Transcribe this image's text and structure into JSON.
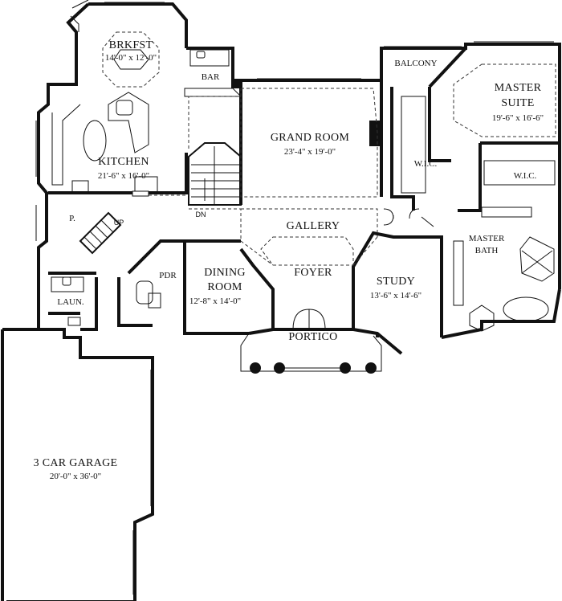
{
  "rooms": {
    "brkfst": {
      "name": "BRKFST",
      "size": "14'-0\" x 12'-0\""
    },
    "bar": {
      "name": "BAR"
    },
    "grand_room": {
      "name": "GRAND ROOM",
      "size": "23'-4\" x 19'-0\""
    },
    "balcony": {
      "name": "BALCONY"
    },
    "master_suite": {
      "name": "MASTER",
      "name2": "SUITE",
      "size": "19'-6\" x 16'-6\""
    },
    "kitchen": {
      "name": "KITCHEN",
      "size": "21'-6\" x 16'-0\""
    },
    "wic_left": {
      "name": "W.I.C."
    },
    "wic_right": {
      "name": "W.I.C."
    },
    "gallery": {
      "name": "GALLERY"
    },
    "pantry": {
      "name": "P."
    },
    "master_bath": {
      "name": "MASTER",
      "name2": "BATH"
    },
    "pdr": {
      "name": "PDR"
    },
    "dining_room": {
      "name": "DINING",
      "name2": "ROOM",
      "size": "12'-8\" x 14'-0\""
    },
    "foyer": {
      "name": "FOYER"
    },
    "study": {
      "name": "STUDY",
      "size": "13'-6\" x 14'-6\""
    },
    "laundry": {
      "name": "LAUN."
    },
    "portico": {
      "name": "PORTICO"
    },
    "garage": {
      "name": "3 CAR GARAGE",
      "size": "20'-0\" x 36'-0\""
    }
  },
  "stairs": {
    "up": "UP",
    "dn": "DN"
  }
}
